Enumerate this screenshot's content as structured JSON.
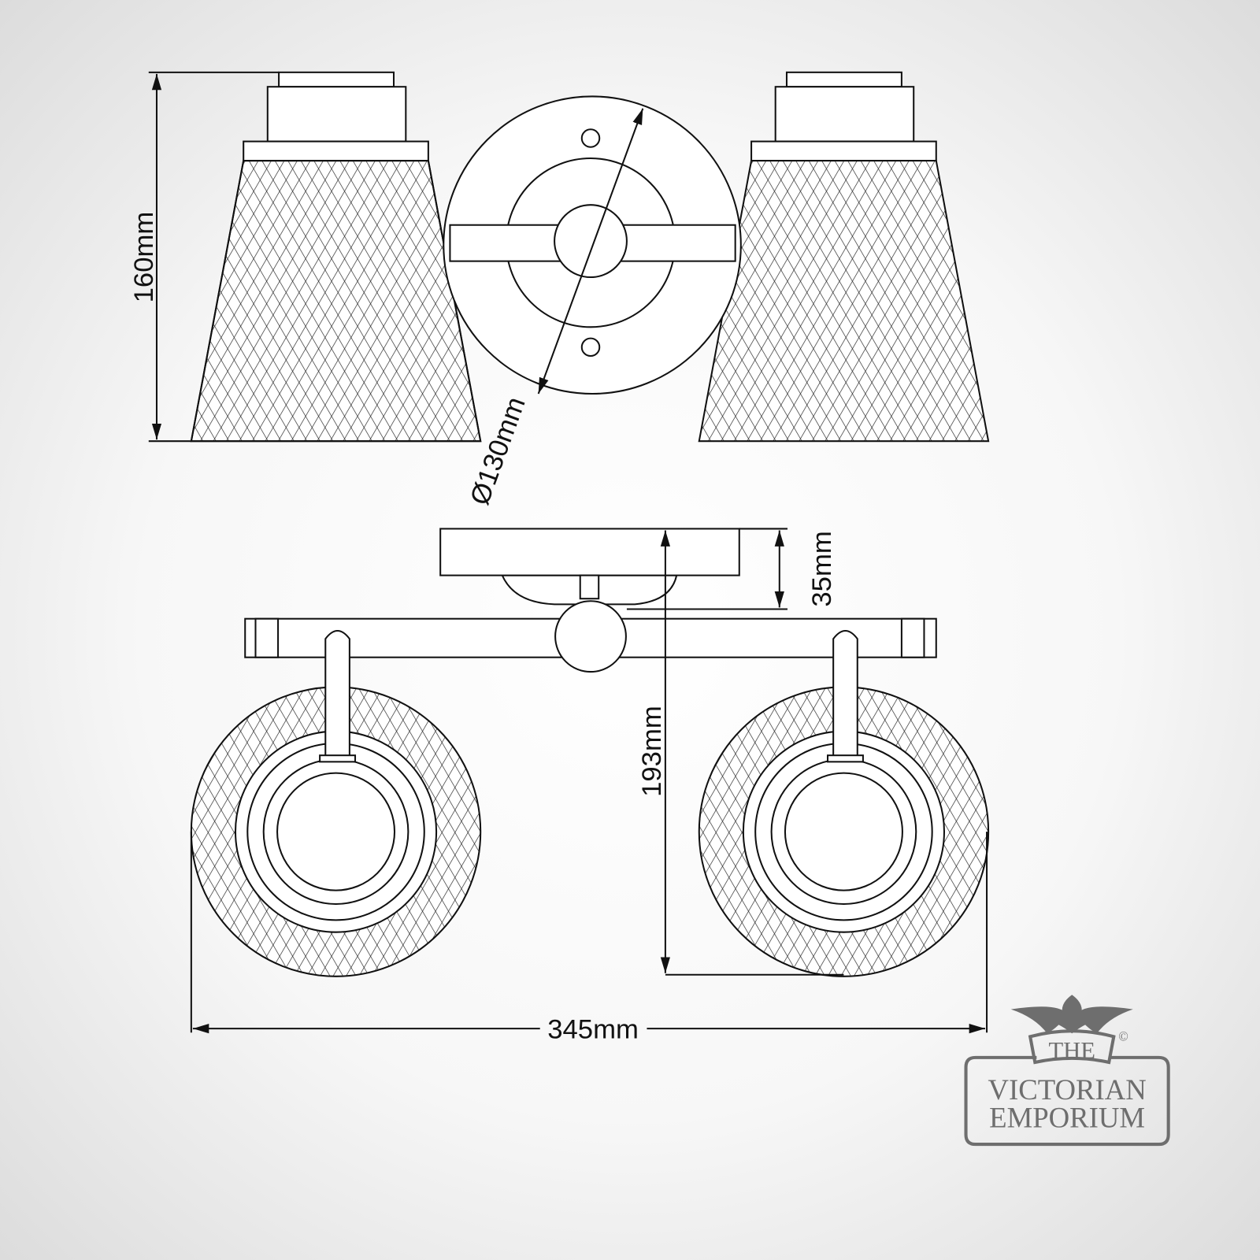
{
  "dimensions": {
    "height": "160mm",
    "diameter": "Ø130mm",
    "plate_depth": "35mm",
    "projection": "193mm",
    "width": "345mm"
  },
  "logo": {
    "the": "THE",
    "line1": "VICTORIAN",
    "line2": "EMPORIUM",
    "copyright": "©"
  },
  "colors": {
    "line": "#111111",
    "logo": "#6e6e6e"
  }
}
